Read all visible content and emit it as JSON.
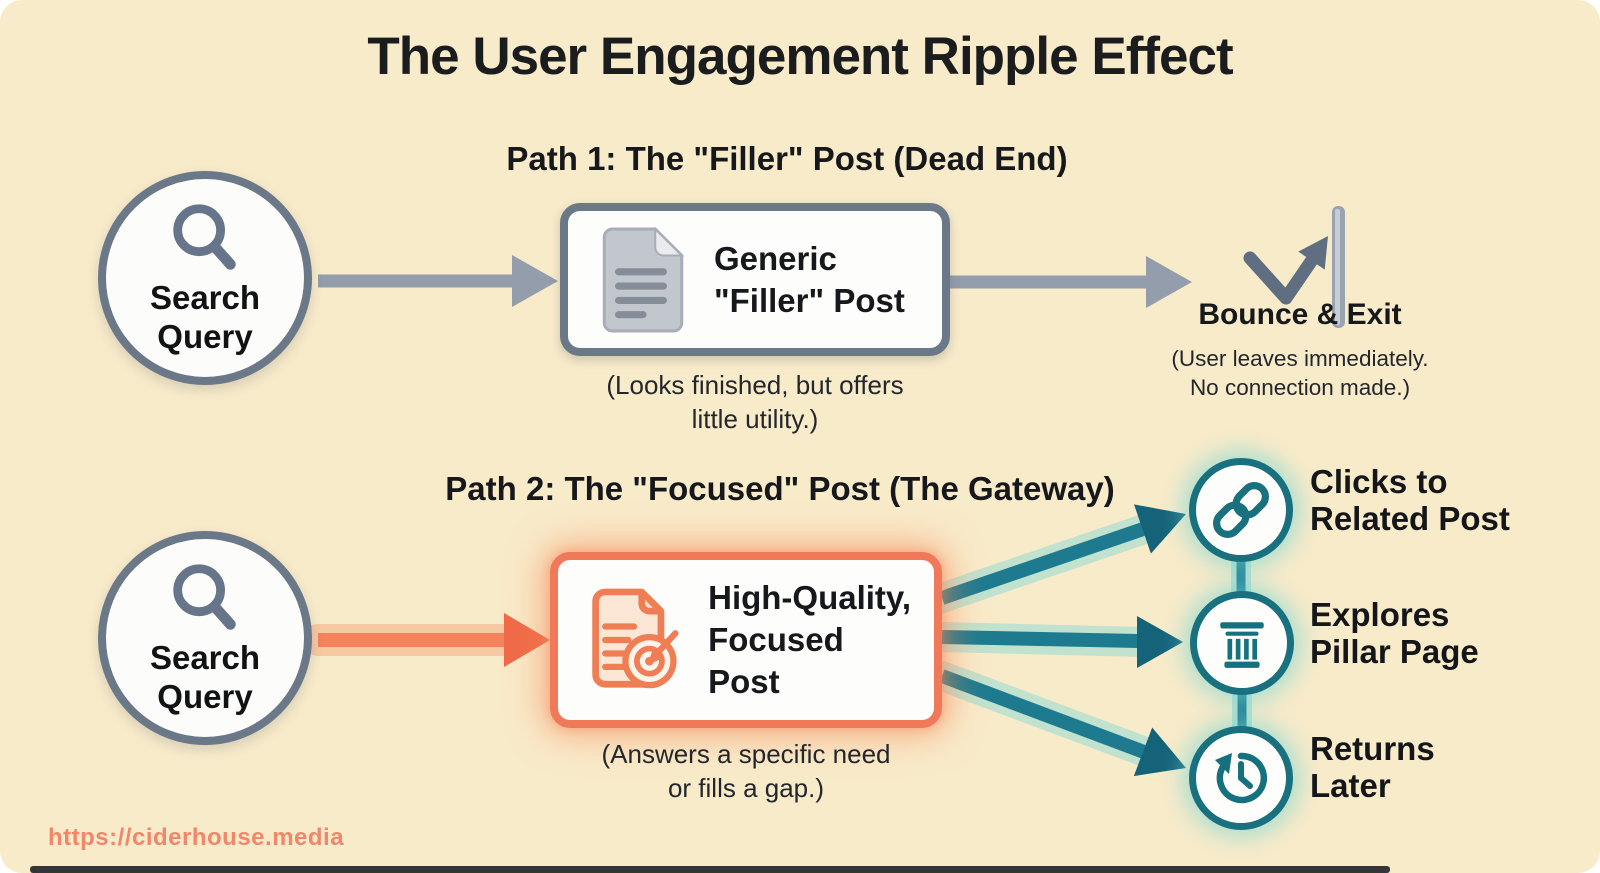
{
  "title": "The User Engagement Ripple Effect",
  "path1": {
    "heading": "Path 1: The \"Filler\" Post (Dead End)",
    "source": {
      "icon": "search-magnifier-icon",
      "label_line1": "Search",
      "label_line2": "Query"
    },
    "post": {
      "icon": "generic-document-icon",
      "title_line1": "Generic",
      "title_line2": "\"Filler\" Post"
    },
    "caption_line1": "(Looks finished, but offers",
    "caption_line2": "little utility.)",
    "outcome": {
      "icon": "bounce-exit-icon",
      "label": "Bounce & Exit",
      "caption_line1": "(User leaves immediately.",
      "caption_line2": "No connection made.)"
    }
  },
  "path2": {
    "heading": "Path 2: The \"Focused\" Post (The Gateway)",
    "source": {
      "icon": "search-magnifier-icon",
      "label_line1": "Search",
      "label_line2": "Query"
    },
    "post": {
      "icon": "target-document-icon",
      "title_line1": "High-Quality,",
      "title_line2": "Focused Post"
    },
    "caption_line1": "(Answers a specific need",
    "caption_line2": "or fills a gap.)",
    "outcomes": [
      {
        "icon": "link-icon",
        "label_line1": "Clicks to",
        "label_line2": "Related Post"
      },
      {
        "icon": "pillar-icon",
        "label_line1": "Explores",
        "label_line2": "Pillar Page"
      },
      {
        "icon": "return-clock-icon",
        "label_line1": "Returns",
        "label_line2": "Later"
      }
    ]
  },
  "footer": {
    "url": "https://ciderhouse.media"
  },
  "colors": {
    "background": "#f8ebca",
    "slate_border": "#6b7888",
    "gray_arrow": "#939dab",
    "coral_accent": "#f0795a",
    "teal_accent": "#19707f",
    "teal_glow": "#74d6d4",
    "url_text": "#f0876a",
    "text_dark": "#1b1c1e"
  }
}
